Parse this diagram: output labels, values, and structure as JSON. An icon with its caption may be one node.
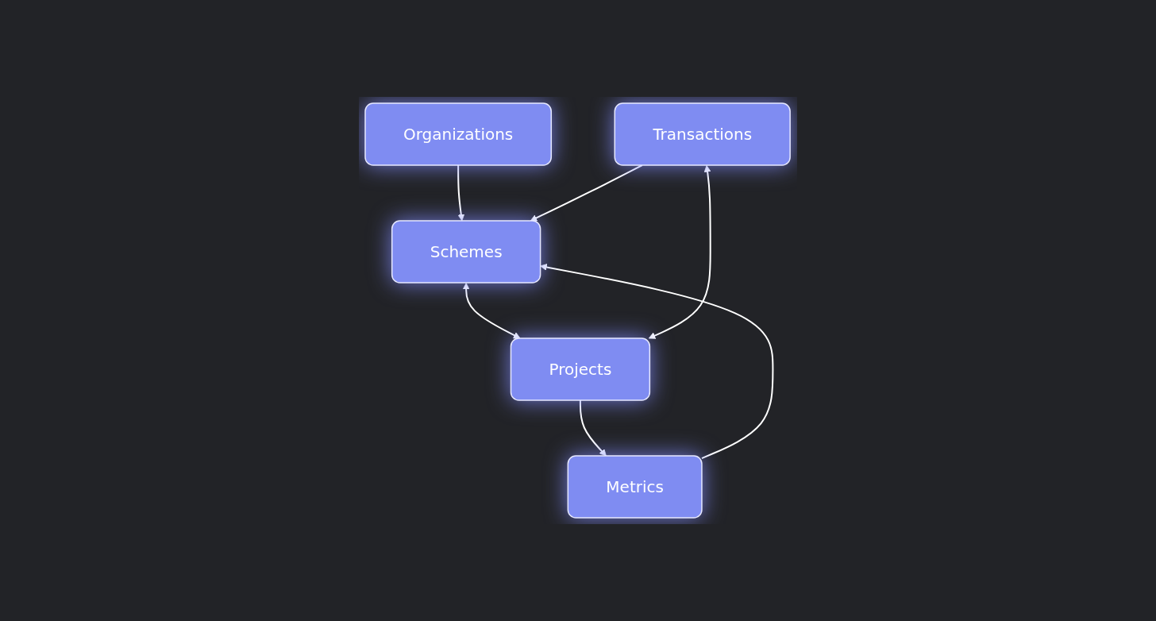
{
  "diagram": {
    "nodes": [
      {
        "text": [
          "Organizations"
        ]
      },
      {
        "text": [
          "Schemes"
        ]
      },
      {
        "text": [
          "Transactions"
        ]
      },
      {
        "text": [
          "Metrics"
        ]
      },
      {
        "text": [
          "Projects"
        ]
      }
    ],
    "edges": [
      {
        "from": 0,
        "to": 1,
        "arrow": "to"
      },
      {
        "from": 2,
        "to": 1,
        "arrow": "to"
      },
      {
        "from": 3,
        "to": 1,
        "arrow": "to"
      },
      {
        "from": 1,
        "to": 4,
        "arrow": "both"
      },
      {
        "from": 2,
        "to": 4,
        "arrow": "both"
      },
      {
        "from": 4,
        "to": 3,
        "arrow": "to"
      }
    ]
  }
}
